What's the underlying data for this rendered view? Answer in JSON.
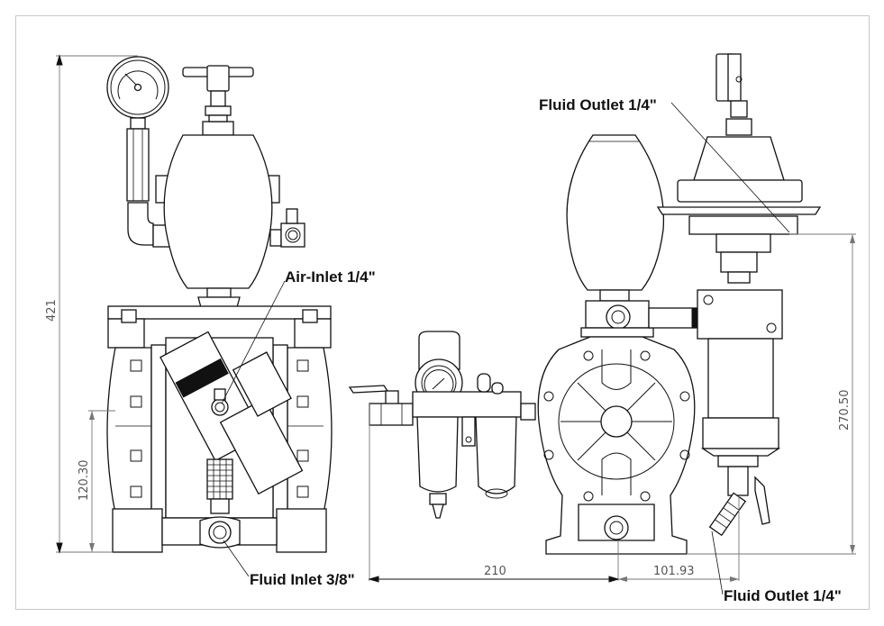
{
  "drawing": {
    "title": "Diaphragm pump assembly with air filter-regulator and pulsation dampeners (front and side views)",
    "colors": {
      "line": "#111111",
      "dimension": "#777777",
      "frame": "#c8c8c8",
      "background": "#ffffff"
    }
  },
  "callouts": [
    {
      "id": "fluid-outlet-top",
      "text": "Fluid Outlet 1/4\""
    },
    {
      "id": "air-inlet",
      "text": "Air-Inlet 1/4\""
    },
    {
      "id": "fluid-inlet",
      "text": "Fluid Inlet 3/8\""
    },
    {
      "id": "fluid-outlet-bottom",
      "text": "Fluid Outlet 1/4\""
    }
  ],
  "dimensions": {
    "overall_height": {
      "value": "421",
      "orientation": "vertical"
    },
    "inlet_height": {
      "value": "120.30",
      "orientation": "vertical"
    },
    "outlet_height": {
      "value": "270.50",
      "orientation": "vertical"
    },
    "overall_width": {
      "value": "210",
      "orientation": "horizontal"
    },
    "outlet_offset": {
      "value": "101.93",
      "orientation": "horizontal"
    }
  },
  "components": {
    "left_view": [
      "pressure-gauge",
      "gauge-extension-pipe",
      "elbow-fitting",
      "t-handle-valve",
      "pulsation-dampener",
      "ball-valve",
      "pump-body",
      "air-motor-block",
      "muffler",
      "fluid-inlet-port"
    ],
    "right_view": [
      "pulsation-dampener",
      "ball-valve-air",
      "filter-regulator",
      "regulator-gauge",
      "filter-bowl",
      "lubricator-bowl",
      "pump-side-housing",
      "surge-suppressor",
      "outlet-ball-valve",
      "hose-barb"
    ]
  }
}
